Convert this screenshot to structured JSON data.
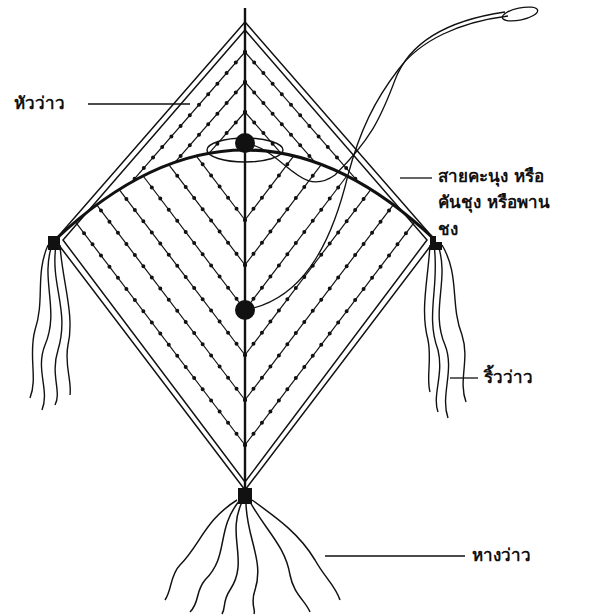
{
  "diagram": {
    "labels": [
      "หัวว่าว",
      "สายคะนุง หรือคันชุง หรือพานชง",
      "ริ้วว่าว",
      "หางว่าว"
    ]
  }
}
